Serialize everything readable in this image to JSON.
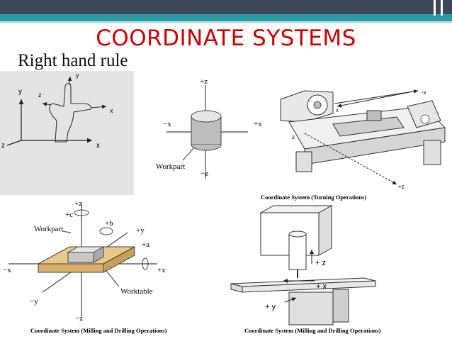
{
  "slide": {
    "title": "COORDINATE SYSTEMS",
    "subtitle": "Right hand rule"
  },
  "hand_diagram": {
    "axis_y": "y",
    "axis_z": "z",
    "axis_x": "x",
    "finger_y": "y",
    "finger_z": "z",
    "finger_x": "x"
  },
  "cylinder_diagram": {
    "plus_z": "+z",
    "minus_z": "−z",
    "minus_x": "−x",
    "plus_x": "+x",
    "workpart": "Workpart"
  },
  "lathe_diagram": {
    "x_right": "-x",
    "x_left": "x",
    "z_left": "z",
    "z_bottom": "+z",
    "caption": "Coordinate System (Turning Operations)"
  },
  "milling_diagram": {
    "plus_z": "+z",
    "plus_c": "+c",
    "plus_b": "+b",
    "plus_y": "+y",
    "plus_a": "+a",
    "minus_x": "−x",
    "plus_x": "+x",
    "minus_y": "−y",
    "minus_z": "−z",
    "workpart": "Workpart",
    "worktable": "Worktable",
    "caption": "Coordinate System (Milling and Drilling Operations)"
  },
  "machine_diagram": {
    "plus_z": "+ z",
    "plus_x": "+ x",
    "plus_y": "+ y",
    "caption": "Coordinate System (Milling and Drilling Operations)"
  }
}
